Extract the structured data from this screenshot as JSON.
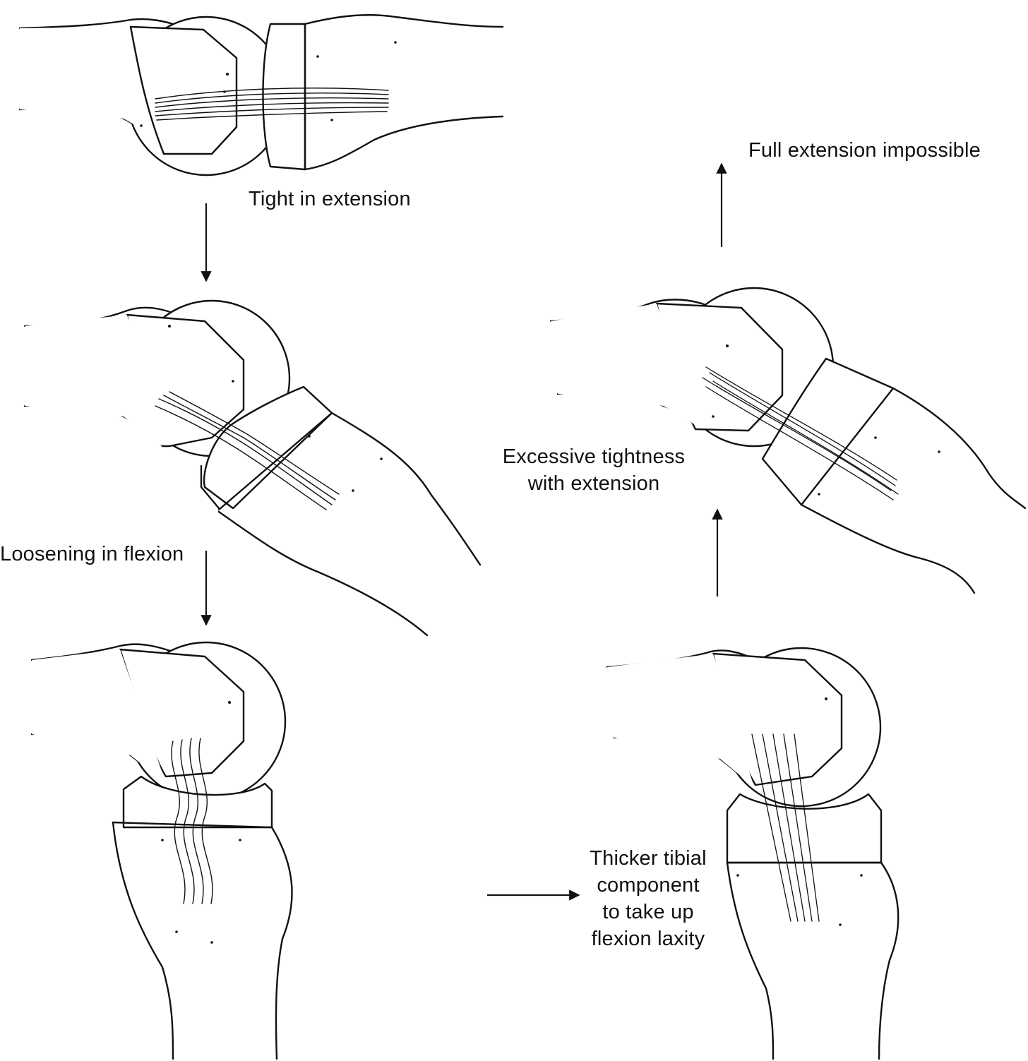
{
  "labels": {
    "tight_in_extension": "Tight in extension",
    "full_extension_impossible": "Full extension impossible",
    "loosening_in_flexion": "Loosening in flexion",
    "excessive_tightness": [
      "Excessive tightness",
      "with extension"
    ],
    "thicker_tibial": [
      "Thicker tibial",
      "component",
      "to take up",
      "flexion laxity"
    ]
  },
  "colors": {
    "ink": "#111111",
    "paper": "#ffffff"
  }
}
